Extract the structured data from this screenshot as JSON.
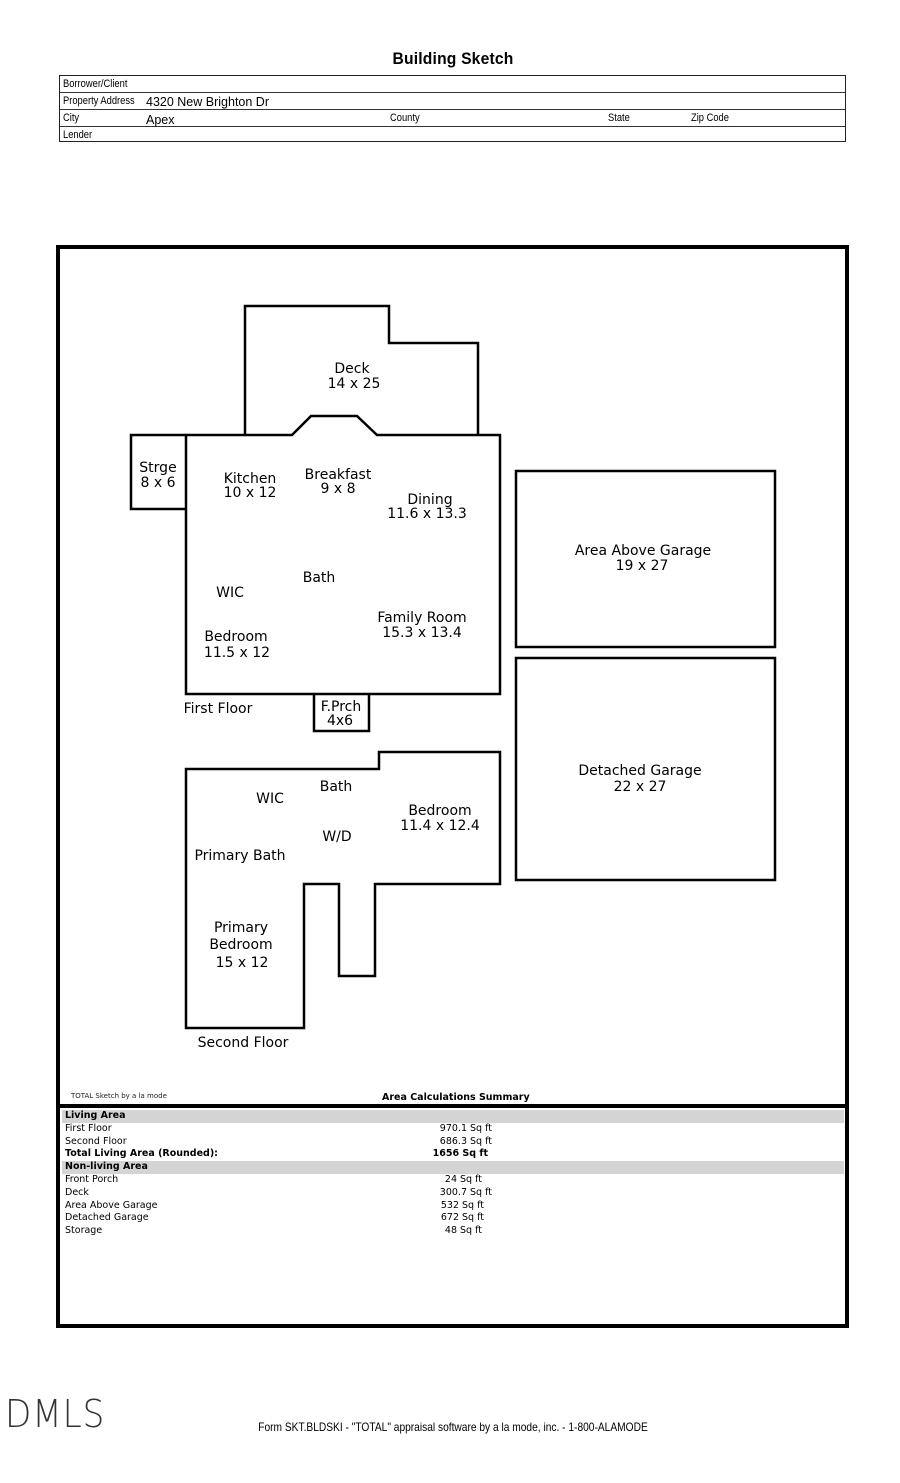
{
  "document": {
    "title": "Building Sketch",
    "header": {
      "borrower_label": "Borrower/Client",
      "borrower_value": "",
      "address_label": "Property Address",
      "address_value": "4320 New Brighton Dr",
      "city_label": "City",
      "city_value": "Apex",
      "county_label": "County",
      "county_value": "",
      "state_label": "State",
      "state_value": "",
      "zip_label": "Zip Code",
      "zip_value": "",
      "lender_label": "Lender",
      "lender_value": ""
    },
    "sketch": {
      "first_floor_label": "First Floor",
      "second_floor_label": "Second Floor",
      "rooms": [
        {
          "name": "Deck",
          "dims": "14 x 25"
        },
        {
          "name": "Strge",
          "dims": "8 x 6"
        },
        {
          "name": "Kitchen",
          "dims": "10 x 12"
        },
        {
          "name": "Breakfast",
          "dims": "9 x 8"
        },
        {
          "name": "Dining",
          "dims": "11.6 x 13.3"
        },
        {
          "name": "Bath",
          "dims": ""
        },
        {
          "name": "WIC",
          "dims": ""
        },
        {
          "name": "Family Room",
          "dims": "15.3 x 13.4"
        },
        {
          "name": "Bedroom",
          "dims": "11.5 x 12"
        },
        {
          "name": "F.Prch",
          "dims": "4x6"
        },
        {
          "name": "Area Above Garage",
          "dims": "19 x 27"
        },
        {
          "name": "Detached Garage",
          "dims": "22 x 27"
        },
        {
          "name": "WIC",
          "dims": ""
        },
        {
          "name": "Bath",
          "dims": ""
        },
        {
          "name": "Bedroom",
          "dims": "11.4 x 12.4"
        },
        {
          "name": "W/D",
          "dims": ""
        },
        {
          "name": "Primary Bath",
          "dims": ""
        },
        {
          "name": "Primary Bedroom",
          "dims": "15 x 12"
        }
      ]
    },
    "summary": {
      "credit": "TOTAL Sketch by a la mode",
      "title": "Area Calculations Summary",
      "living_header": "Living Area",
      "living": [
        {
          "name": "First Floor",
          "value": "970.1 Sq ft"
        },
        {
          "name": "Second Floor",
          "value": "686.3 Sq ft"
        }
      ],
      "total_label": "Total Living Area (Rounded):",
      "total_value": "1656 Sq ft",
      "nonliving_header": "Non-living Area",
      "nonliving": [
        {
          "name": "Front Porch",
          "value": "24 Sq ft"
        },
        {
          "name": "Deck",
          "value": "300.7 Sq ft"
        },
        {
          "name": "Area Above Garage",
          "value": "532 Sq ft"
        },
        {
          "name": "Detached Garage",
          "value": "672 Sq ft"
        },
        {
          "name": "Storage",
          "value": "48 Sq ft"
        }
      ]
    },
    "watermark": "DMLS",
    "footer": "Form SKT.BLDSKI - \"TOTAL\" appraisal software by a la mode, inc. - 1-800-ALAMODE"
  }
}
